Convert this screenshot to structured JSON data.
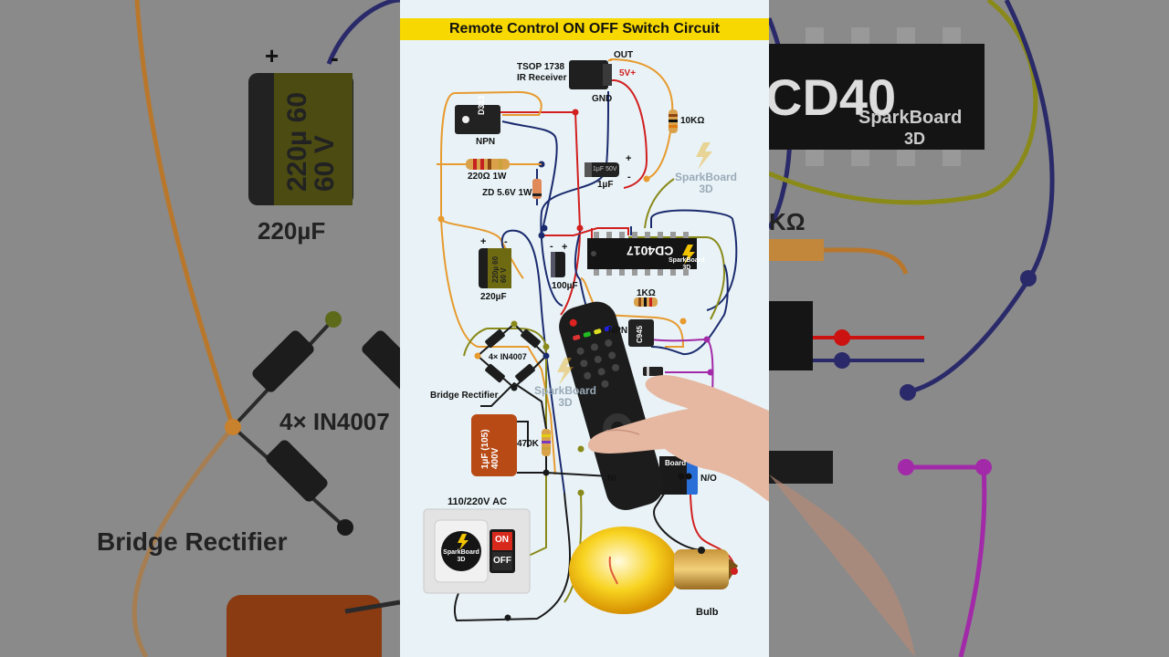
{
  "title": "Remote Control ON OFF Switch Circuit",
  "labels": {
    "tsop_name": "TSOP 1738",
    "tsop_sub": "IR Receiver",
    "out": "OUT",
    "v5": "5V+",
    "gnd": "GND",
    "r10k": "10KΩ",
    "npn1_part": "D313",
    "npn1_label": "NPN",
    "r220": "220Ω 1W",
    "zener": "ZD 5.6V 1W",
    "cap1u": "1µF",
    "cap1u_body": "1µF 50V",
    "brand": "SparkBoard",
    "brand_sub": "3D",
    "cap220": "220µF",
    "cap220_body_a": "220µ 60",
    "cap220_body_b": "60 V",
    "cap100": "100µF",
    "ic": "CD4017",
    "r1k": "1KΩ",
    "npn2_part": "C945",
    "npn2_label": "NPN",
    "diodes": "4× IN4007",
    "bridge": "Bridge Rectifier",
    "film_cap_a": "1µF (105)",
    "film_cap_b": "400V",
    "r470k": "470K",
    "ac": "110/220V AC",
    "on": "ON",
    "off": "OFF",
    "nc": "N/",
    "no": "N/O",
    "relay": "Board",
    "bulb": "Bulb",
    "plus": "+",
    "minus": "-"
  },
  "background": {
    "left_cap": "220µF",
    "left_bridge": "Bridge Rectifier",
    "left_diodes": "4× IN4007",
    "right_ic": "CD40",
    "right_r": "KΩ",
    "right_brand": "SparkBoard",
    "right_brand_sub": "3D"
  },
  "colors": {
    "title_bg": "#f7d800",
    "wire_orange": "#e79a2e",
    "wire_navy": "#1a2a6e",
    "wire_red": "#d21f1f",
    "wire_olive": "#8a8a1a",
    "wire_purple": "#a22aa8",
    "bulb": "#f7c600"
  }
}
